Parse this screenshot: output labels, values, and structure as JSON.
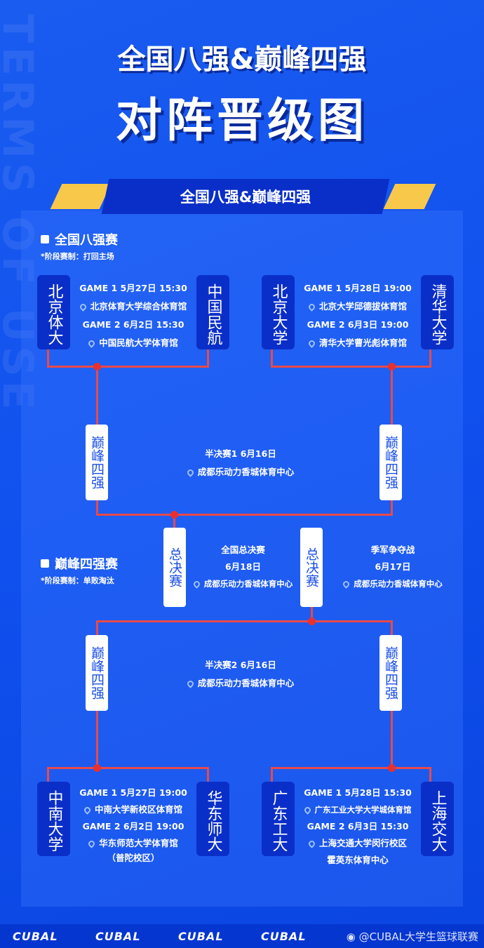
{
  "background_text": "TERMS OF USE",
  "title": {
    "line1": "全国八强&巅峰四强",
    "line2": "对阵晋级图"
  },
  "banner": "全国八强&巅峰四强",
  "quarter": {
    "title": "全国八强赛",
    "note": "*阶段赛制：打回主场",
    "matches": [
      {
        "home": "北京体大",
        "away": "中国民航",
        "g1": "GAME 1  5月27日  15:30",
        "v1": "北京体育大学综合体育馆",
        "g2": "GAME 2  6月2日  15:30",
        "v2": "中国民航大学体育馆"
      },
      {
        "home": "北京大学",
        "away": "清华大学",
        "g1": "GAME 1  5月28日  19:00",
        "v1": "北京大学邱德拔体育馆",
        "g2": "GAME 2  6月3日  19:00",
        "v2": "清华大学曹光彪体育馆"
      },
      {
        "home": "中南大学",
        "away": "华东师大",
        "g1": "GAME 1   5月27日  19:00",
        "v1": "中南大学新校区体育馆",
        "g2": "GAME 2  6月2日  19:00",
        "v2": "华东师范大学体育馆",
        "v2b": "（普陀校区）"
      },
      {
        "home": "广东工大",
        "away": "上海交大",
        "g1": "GAME 1  5月28日  15:30",
        "v1": "广东工业大学大学城体育馆",
        "g2": "GAME 2  6月3日  15:30",
        "v2": "上海交通大学闵行校区",
        "v2b": "霍英东体育中心"
      }
    ]
  },
  "final4": {
    "title": "巅峰四强赛",
    "note": "*阶段赛制：单败淘汰",
    "badge": "巅峰四强",
    "final_badge": "总决赛",
    "semi1": {
      "label": "半决赛1   6月16日",
      "venue": "成都乐动力香城体育中心"
    },
    "semi2": {
      "label": "半决赛2   6月16日",
      "venue": "成都乐动力香城体育中心"
    },
    "final": {
      "label": "全国总决赛",
      "date": "6月18日",
      "venue": "成都乐动力香城体育中心"
    },
    "third": {
      "label": "季军争夺战",
      "date": "6月17日",
      "venue": "成都乐动力香城体育中心"
    }
  },
  "footer": {
    "logo": "CUBAL",
    "watermark": "@CUBAL大学生篮球联赛"
  }
}
